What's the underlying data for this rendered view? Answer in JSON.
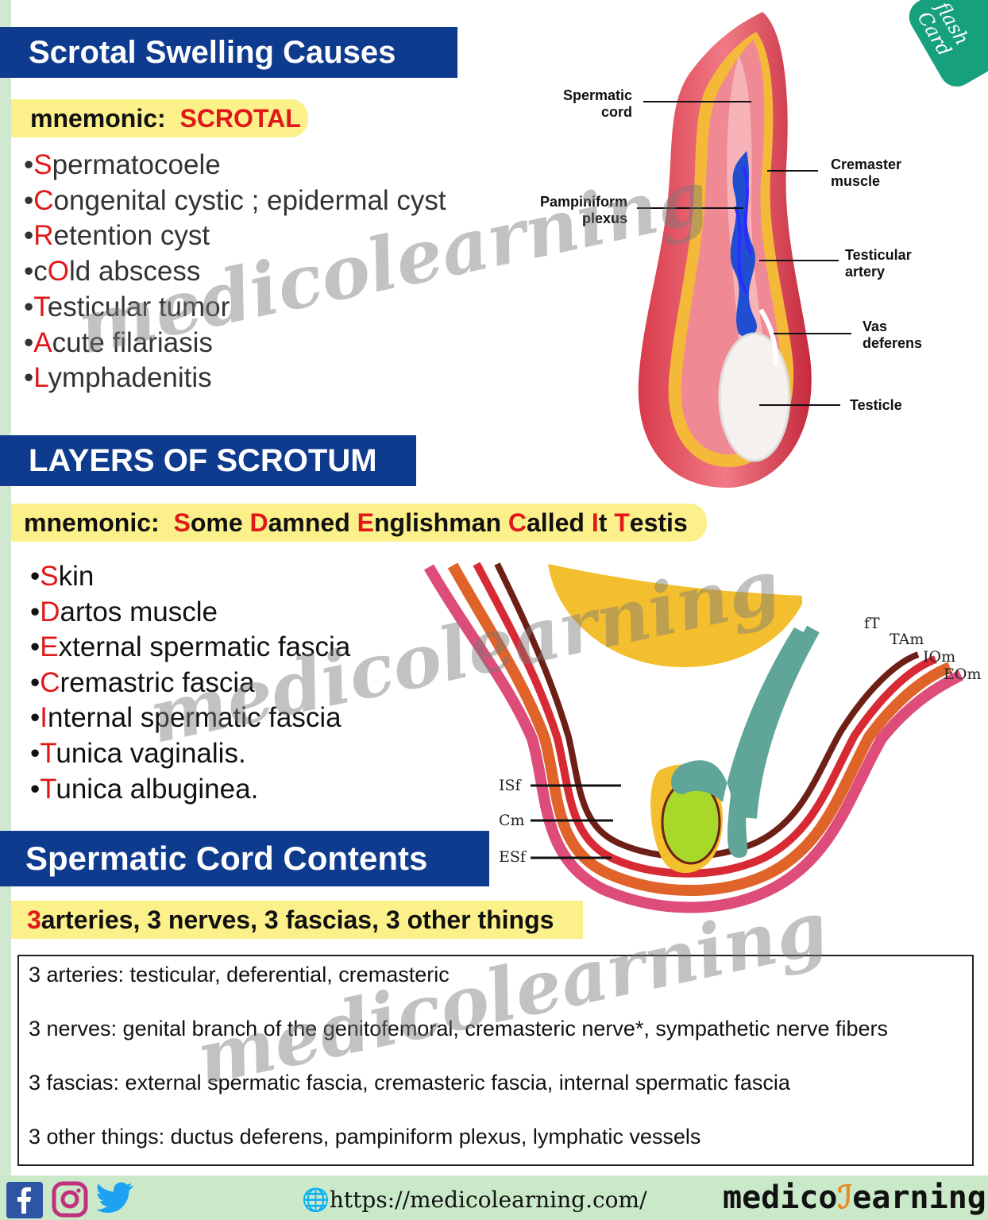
{
  "section1": {
    "title": "Scrotal Swelling Causes",
    "mnemonic_label": "mnemonic:",
    "mnemonic_word": "SCROTAL",
    "items": [
      {
        "pre": "",
        "letter": "S",
        "rest": "permatocoele"
      },
      {
        "pre": "",
        "letter": "C",
        "rest": "ongenital cystic ; epidermal cyst"
      },
      {
        "pre": "",
        "letter": "R",
        "rest": "etention cyst"
      },
      {
        "pre": "c",
        "letter": "O",
        "rest": "ld abscess"
      },
      {
        "pre": "",
        "letter": "T",
        "rest": "esticular tumor"
      },
      {
        "pre": "",
        "letter": "A",
        "rest": "cute filariasis"
      },
      {
        "pre": "",
        "letter": "L",
        "rest": "ymphadenitis"
      }
    ]
  },
  "section2": {
    "title": "LAYERS OF SCROTUM",
    "mnemonic_label": "mnemonic:",
    "mnemonic_words": [
      {
        "letter": "S",
        "rest": "ome"
      },
      {
        "letter": "D",
        "rest": "amned"
      },
      {
        "letter": "E",
        "rest": "nglishman"
      },
      {
        "letter": "C",
        "rest": "alled"
      },
      {
        "letter": "I",
        "rest": "t"
      },
      {
        "letter": "T",
        "rest": "estis"
      }
    ],
    "items": [
      {
        "letter": "S",
        "rest": "kin"
      },
      {
        "letter": "D",
        "rest": "artos muscle"
      },
      {
        "letter": "E",
        "rest": "xternal spermatic fascia"
      },
      {
        "letter": "C",
        "rest": "remastric fascia"
      },
      {
        "letter": "I",
        "rest": "nternal spermatic fascia"
      },
      {
        "letter": "T",
        "rest": "unica vaginalis."
      },
      {
        "letter": "T",
        "rest": "unica albuginea."
      }
    ]
  },
  "section3": {
    "title": "Spermatic Cord Contents",
    "summary_num": "3",
    "summary_rest": " arteries, 3 nerves, 3 fascias, 3 other things",
    "lines": [
      "3 arteries: testicular, deferential, cremasteric",
      "3 nerves: genital branch of the genitofemoral, cremasteric nerve*, sympathetic nerve fibers",
      "3 fascias: external spermatic fascia, cremasteric fascia, internal spermatic fascia",
      "3 other things: ductus deferens, pampiniform plexus, lymphatic vessels"
    ]
  },
  "anatomy_labels": {
    "spermatic_cord": [
      "Spermatic",
      "cord"
    ],
    "pampiniform_plexus": [
      "Pampiniform",
      "plexus"
    ],
    "cremaster_muscle": [
      "Cremaster",
      "muscle"
    ],
    "testicular_artery": [
      "Testicular",
      "artery"
    ],
    "vas_deferens": [
      "Vas",
      "deferens"
    ],
    "testicle": "Testicle"
  },
  "layer_labels": {
    "fT": "fT",
    "TAm": "TAm",
    "IOm": "IOm",
    "EOm": "EOm",
    "ISf": "ISf",
    "Cm": "Cm",
    "ESf": "ESf"
  },
  "flash_card": [
    "flash",
    "Card"
  ],
  "watermark": "medicolearning",
  "footer": {
    "url": "https://medicolearning.com/",
    "brand_left": "medico",
    "brand_right": "earning",
    "social_icons": [
      "facebook-icon",
      "instagram-icon",
      "twitter-icon"
    ]
  },
  "colors": {
    "banner": "#0f3b8e",
    "highlight": "#fbf08a",
    "accent_red": "#e01818",
    "footer": "#c9e9c9"
  }
}
